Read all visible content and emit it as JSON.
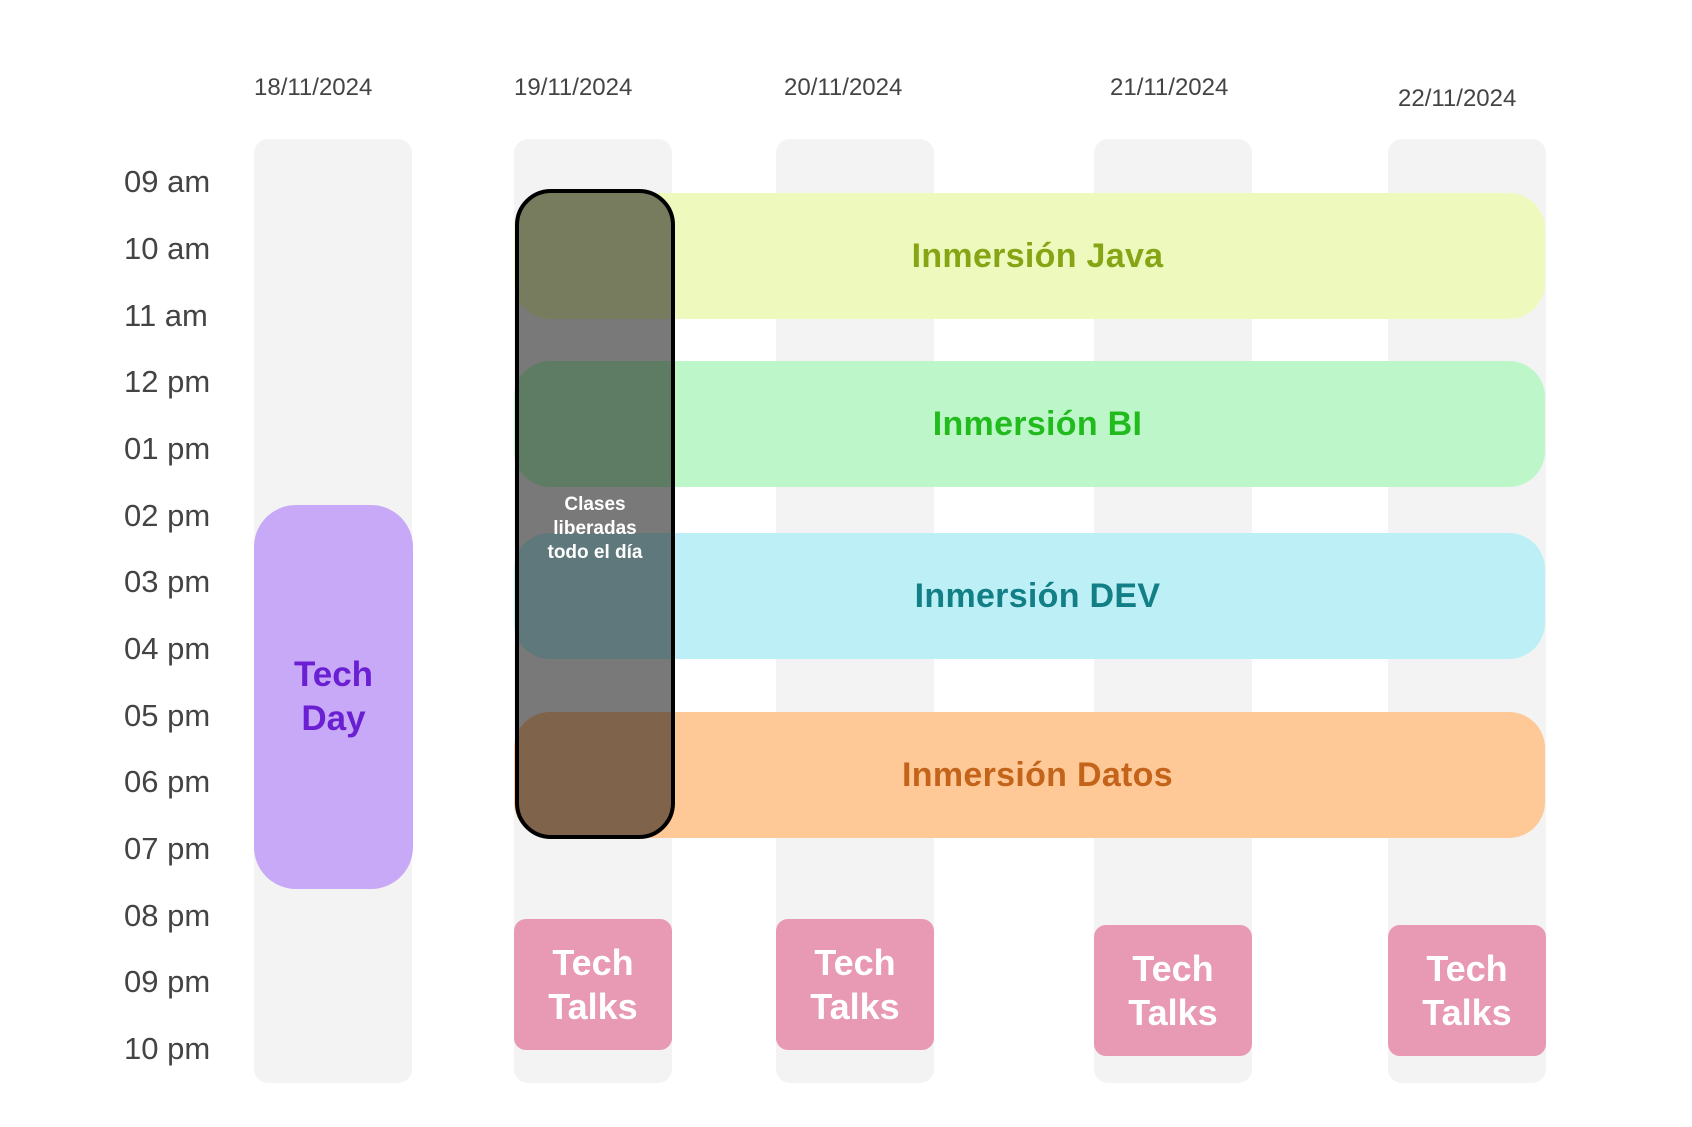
{
  "dates": [
    "18/11/2024",
    "19/11/2024",
    "20/11/2024",
    "21/11/2024",
    "22/11/2024"
  ],
  "hours": [
    "09 am",
    "10 am",
    "11 am",
    "12 pm",
    "01 pm",
    "02 pm",
    "03 pm",
    "04 pm",
    "05 pm",
    "06 pm",
    "07 pm",
    "08 pm",
    "09 pm",
    "10 pm"
  ],
  "bands": {
    "java": "Inmersión Java",
    "bi": "Inmersión BI",
    "dev": "Inmersión DEV",
    "datos": "Inmersión Datos"
  },
  "tech_day": {
    "line1": "Tech",
    "line2": "Day"
  },
  "tech_talks": {
    "line1": "Tech",
    "line2": "Talks"
  },
  "released": {
    "line1": "Clases",
    "line2": "liberadas",
    "line3": "todo el día"
  },
  "colors": {
    "java_bg": "#eef9bd",
    "java_text": "#86a514",
    "bi_bg": "#bdf7c9",
    "bi_text": "#22bb1d",
    "dev_bg": "#bdf0f6",
    "dev_text": "#127f86",
    "datos_bg": "#fec897",
    "datos_text": "#c4641b",
    "tech_day_bg": "#c7a9f7",
    "tech_day_text": "#6a1fd3",
    "tech_talks_bg": "#e899b4"
  }
}
